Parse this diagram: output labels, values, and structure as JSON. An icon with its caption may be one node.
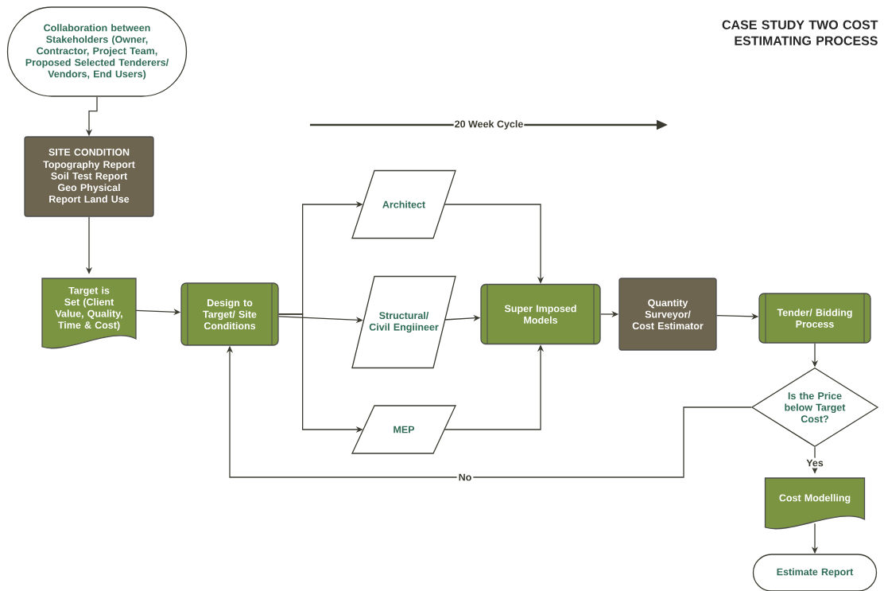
{
  "diagram": {
    "title": "CASE STUDY TWO COST ESTIMATING PROCESS",
    "nodes": [
      {
        "text": [
          "Collaboration between Stakeholders (Owner, Contractor, Project Team, Proposed Selected Tenderers/ Vendors, End Users)"
        ]
      },
      {
        "text": [
          "SITE CONDITION",
          "Topography Report Soil Test Report Geo Physical Report Land Use"
        ]
      },
      {
        "text": [
          "Target is Set (Client Value, Quality, Time & Cost)"
        ]
      },
      {
        "text": [
          "Design to Target/ Site Conditions"
        ]
      },
      {
        "text": [
          "Architect"
        ]
      },
      {
        "text": [
          "Structural/ Civil Engiineer"
        ]
      },
      {
        "text": [
          "MEP"
        ]
      },
      {
        "text": [
          "Super Imposed Models"
        ]
      },
      {
        "text": [
          "Quantity Surveyor/ Cost Estimator"
        ]
      },
      {
        "text": [
          "Tender/ Bidding Process"
        ]
      },
      {
        "text": [
          "Is the Price below Target Cost?"
        ]
      },
      {
        "text": [
          "Cost Modelling"
        ]
      },
      {
        "text": [
          "Estimate Report"
        ]
      }
    ],
    "edges": [
      {
        "from": 0,
        "to": 1,
        "arrow": "to"
      },
      {
        "from": 1,
        "to": 2,
        "arrow": "to"
      },
      {
        "from": 2,
        "to": 3,
        "arrow": "to"
      },
      {
        "from": 3,
        "to": 4,
        "arrow": "to"
      },
      {
        "from": 3,
        "to": 5,
        "arrow": "to"
      },
      {
        "from": 3,
        "to": 6,
        "arrow": "to"
      },
      {
        "from": 4,
        "to": 7,
        "arrow": "to"
      },
      {
        "from": 5,
        "to": 7,
        "arrow": "to"
      },
      {
        "from": 6,
        "to": 7,
        "arrow": "to"
      },
      {
        "from": 7,
        "to": 8,
        "arrow": "to"
      },
      {
        "from": 8,
        "to": 9,
        "arrow": "to"
      },
      {
        "from": 9,
        "to": 10,
        "arrow": "to"
      },
      {
        "from": 10,
        "to": 11,
        "label": "Yes",
        "arrow": "to"
      },
      {
        "from": 11,
        "to": 12,
        "arrow": "to"
      },
      {
        "from": 10,
        "to": 3,
        "label": "No",
        "arrow": "to"
      }
    ],
    "labels": [
      "20 Week Cycle"
    ]
  }
}
